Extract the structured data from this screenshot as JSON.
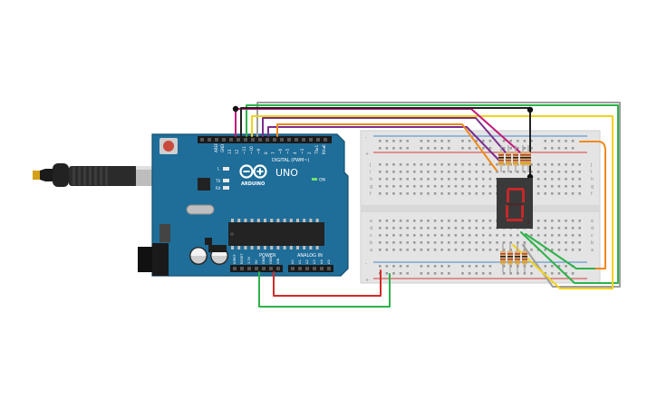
{
  "board": {
    "brand": "ARDUINO",
    "model": "UNO",
    "on_label": "ON",
    "digital_label": "DIGITAL (PWM~)",
    "power_label": "POWER",
    "analog_label": "ANALOG IN",
    "tx_label": "TX",
    "rx_label": "RX",
    "l_label": "L",
    "aref_label": "AREF",
    "gnd_label": "GND",
    "pin_labels": [
      "13",
      "12",
      "~11",
      "~10",
      "~9",
      "8",
      "7",
      "~6",
      "~5",
      "4",
      "~3",
      "2",
      "TX▸1",
      "RX◂0"
    ],
    "power_pins": [
      "IOREF",
      "RESET",
      "3.3V",
      "5V",
      "GND",
      "GND",
      "VIN"
    ],
    "analog_pins": [
      "A0",
      "A1",
      "A2",
      "A3",
      "A4",
      "A5"
    ]
  },
  "breadboard": {
    "row_letters_top": [
      "j",
      "i",
      "h",
      "g",
      "f"
    ],
    "row_letters_bottom": [
      "e",
      "d",
      "c",
      "b",
      "a"
    ],
    "plus": "+",
    "minus": "-"
  },
  "display": {
    "digit": "0",
    "segment_color": "#c62828"
  },
  "wire_colors": {
    "gray": "#9e9e9e",
    "green": "#2db24a",
    "yellow": "#f2d21b",
    "purple": "#7b2f8e",
    "magenta": "#c2187a",
    "orange": "#ef8a1c",
    "red": "#d42a2a",
    "black": "#222222"
  }
}
